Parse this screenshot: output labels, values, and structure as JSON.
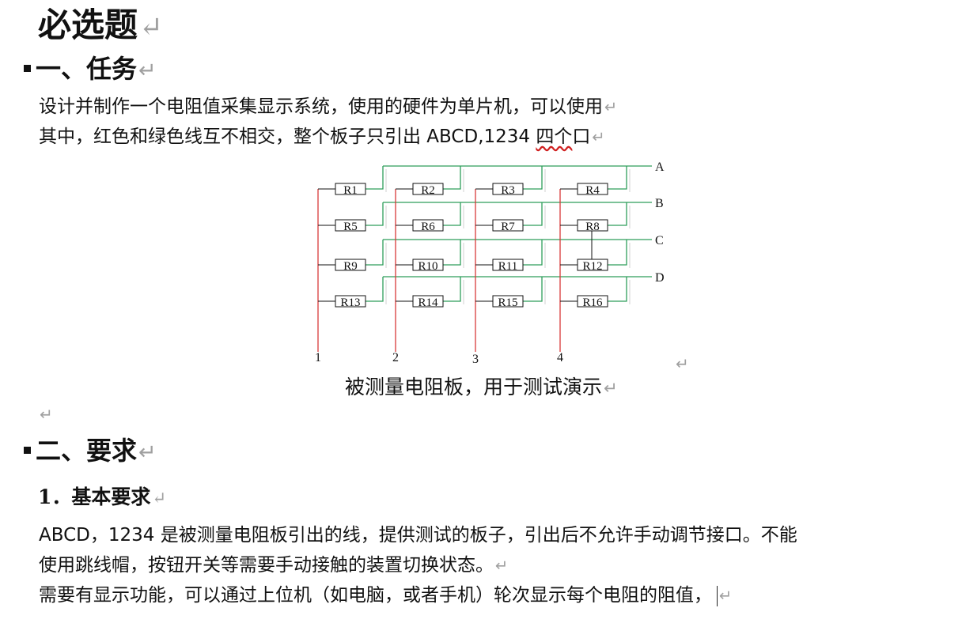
{
  "doc": {
    "title": "必选题",
    "para_mark": "↵",
    "section1": {
      "heading": "一、任务",
      "line1": "设计并制作一个电阻值采集显示系统，使用的硬件为单片机，可以使用",
      "line2_pre": "其中，红色和绿色线互不相交，整个板子只引出 ABCD,1234 ",
      "line2_wavy": "四个",
      "line2_post": "口"
    },
    "figure": {
      "caption": "被测量电阻板，用于测试演示",
      "row_labels": [
        "A",
        "B",
        "C",
        "D"
      ],
      "col_labels": [
        "1",
        "2",
        "3",
        "4"
      ],
      "resistors": [
        "R1",
        "R2",
        "R3",
        "R4",
        "R5",
        "R6",
        "R7",
        "R8",
        "R9",
        "R10",
        "R11",
        "R12",
        "R13",
        "R14",
        "R15",
        "R16"
      ],
      "colors": {
        "column_wire": "#d83a3a",
        "row_wire": "#2e9e5a"
      }
    },
    "section2": {
      "heading": "二、要求",
      "sub1": "1．基本要求",
      "p1_line1": "ABCD，1234 是被测量电阻板引出的线，提供测试的板子，引出后不允许手动调节接口。不能",
      "p1_line2": "使用跳线帽，按钮开关等需要手动接触的装置切换状态。",
      "p2_line1": "需要有显示功能，可以通过上位机（如电脑，或者手机）轮次显示每个电阻的阻值，"
    }
  }
}
